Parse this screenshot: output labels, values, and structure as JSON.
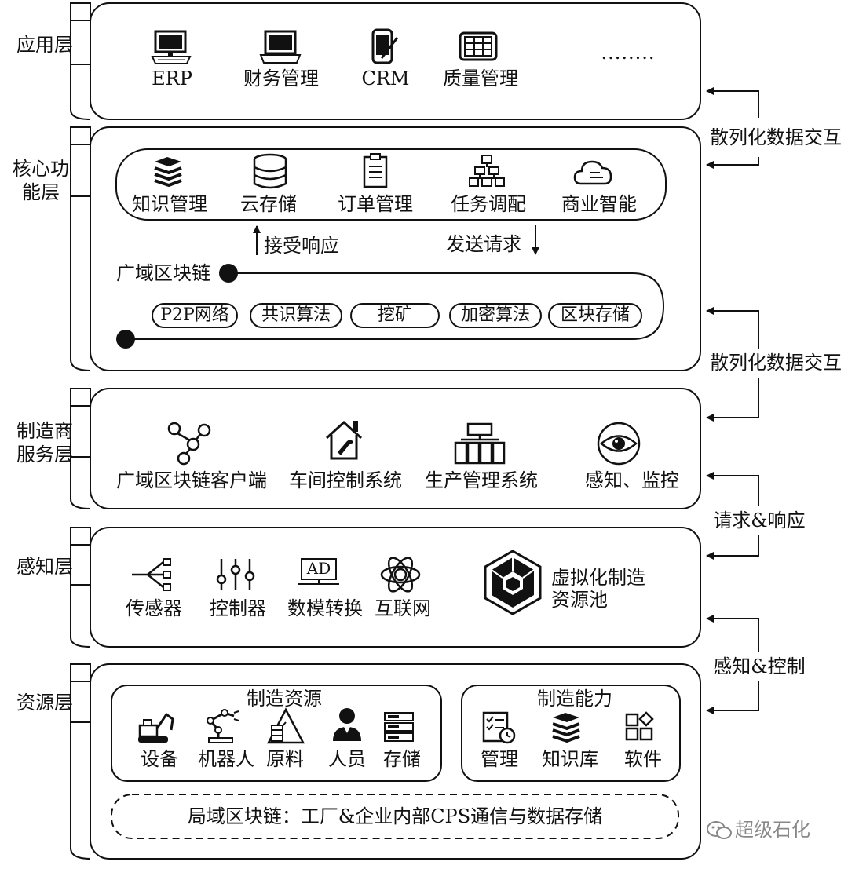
{
  "layers": {
    "application": {
      "label": "应用层",
      "items": [
        "ERP",
        "财务管理",
        "CRM",
        "质量管理"
      ],
      "more": "........"
    },
    "core": {
      "label": "核心功能层",
      "services": [
        "知识管理",
        "云存储",
        "订单管理",
        "任务调配",
        "商业智能"
      ],
      "accept_response": "接受响应",
      "send_request": "发送请求",
      "chain_label": "广域区块链",
      "chain_components": [
        "P2P网络",
        "共识算法",
        "挖矿",
        "加密算法",
        "区块存储"
      ]
    },
    "manufacturer": {
      "label": "制造商服务层",
      "items": [
        "广域区块链客户端",
        "车间控制系统",
        "生产管理系统",
        "感知、监控"
      ]
    },
    "perception": {
      "label": "感知层",
      "items": [
        "传感器",
        "控制器",
        "数模转换",
        "互联网"
      ],
      "ad_text": "AD",
      "pool": "虚拟化制造资源池"
    },
    "resource": {
      "label": "资源层",
      "resources_title": "制造资源",
      "resources": [
        "设备",
        "机器人",
        "原料",
        "人员",
        "存储"
      ],
      "capability_title": "制造能力",
      "capabilities": [
        "管理",
        "知识库",
        "软件"
      ],
      "local_chain": "局域区块链：工厂&企业内部CPS通信与数据存储"
    }
  },
  "connectors": [
    "散列化数据交互",
    "散列化数据交互",
    "请求&响应",
    "感知&控制"
  ],
  "watermark": "超级石化"
}
